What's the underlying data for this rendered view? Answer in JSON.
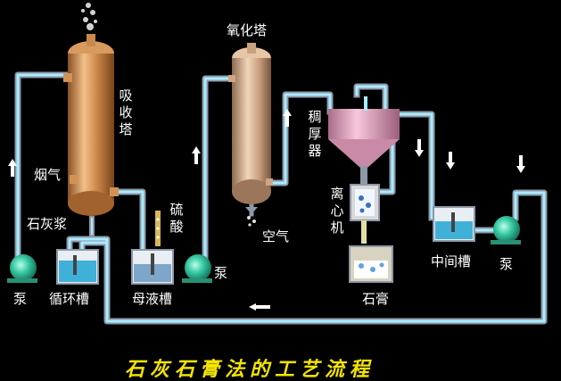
{
  "title": "石灰石膏法的工艺流程",
  "labels": {
    "absorption_tower": "吸收塔",
    "oxidation_tower": "氧化塔",
    "flue_gas": "烟气",
    "lime_slurry": "石灰浆",
    "pump_left": "泵",
    "circulation_tank": "循环槽",
    "sulfuric_acid": "硫酸",
    "mother_liquor_tank": "母液槽",
    "pump_middle": "泵",
    "air": "空气",
    "thickener": "稠厚器",
    "centrifuge": "离心机",
    "gypsum": "石膏",
    "intermediate_tank": "中间槽",
    "pump_right": "泵"
  },
  "colors": {
    "pipe_outer": "#8e98a8",
    "pipe_inner": "#a8ecff",
    "tower": "#c8894e",
    "tower_light": "#f3c89a",
    "thickener": "#e7a9c4",
    "pump": "#39c9a4",
    "title": "#f5e400"
  }
}
